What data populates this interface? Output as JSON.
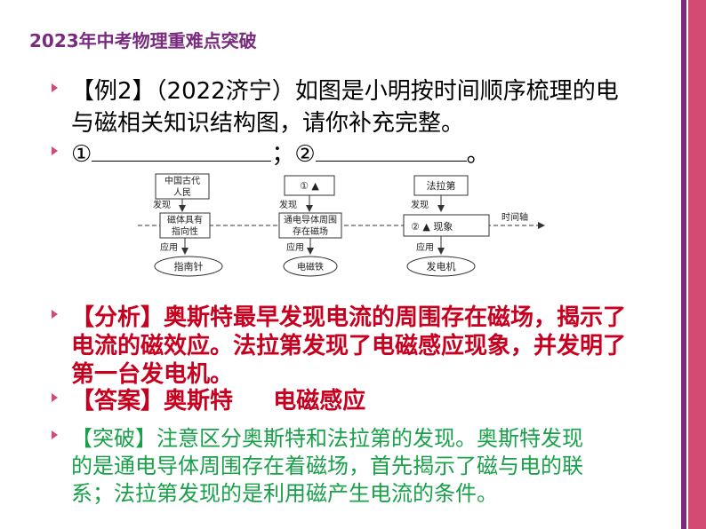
{
  "header": {
    "title": "2023年中考物理重难点突破"
  },
  "question": {
    "line1": "【例2】（2022济宁）如图是小明按时间顺序梳理的电",
    "line2": "与磁相关知识结构图，请你补充完整。",
    "blank1_label": "①",
    "separator": "；",
    "blank2_label": "②",
    "end": "。"
  },
  "diagram": {
    "box_china": "中国古代",
    "box_china2": "人民",
    "box_q1": "①  ▲",
    "box_faraday": "法拉第",
    "discover1": "发现",
    "discover2": "发现",
    "discover3": "发现",
    "magnet_dir1": "磁体具有",
    "magnet_dir2": "指向性",
    "current_field1": "通电导体周围",
    "current_field2": "存在磁场",
    "phenomenon": "②  ▲    现象",
    "timeline": "时间轴",
    "apply1": "应用",
    "apply2": "应用",
    "apply3": "应用",
    "compass": "指南针",
    "electromagnet": "电磁铁",
    "generator": "发电机"
  },
  "analysis": {
    "line1": "【分析】奥斯特最早发现电流的周围存在磁场，揭示了",
    "line2": "电流的磁效应。法拉第发现了电磁感应现象，并发明了",
    "line3": "第一台发电机。"
  },
  "answer": {
    "line1": "【答案】奥斯特     电磁感应"
  },
  "breakthrough": {
    "line1": "【突破】注意区分奥斯特和法拉第的发现。奥斯特发现",
    "line2": "的是通电导体周围存在着磁场，首先揭示了磁与电的联",
    "line3": "系；法拉第发现的是利用磁产生电流的条件。"
  },
  "colors": {
    "header": "#7a2a7f",
    "analysis": "#c8001f",
    "breakthrough": "#19a04a",
    "bullet": "#d34a73"
  }
}
